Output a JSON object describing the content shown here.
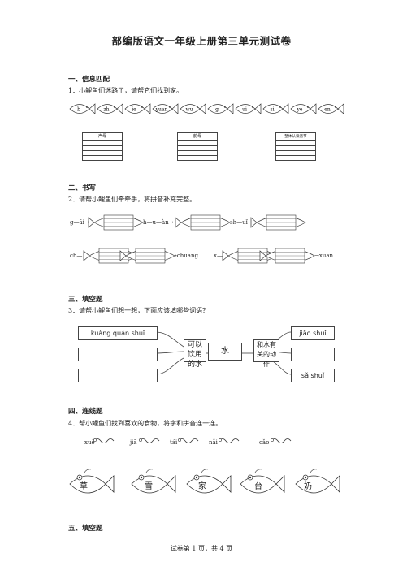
{
  "title": "部编版语文一年级上册第三单元测试卷",
  "sections": {
    "s1": {
      "heading": "一、信息匹配",
      "question": "1．小鲤鱼们迷路了，请帮它们找到家。"
    },
    "s2": {
      "heading": "二、书写",
      "question": "2．请帮小鲤鱼们牵牵手，将拼音补充完整。"
    },
    "s3": {
      "heading": "三、填空题",
      "question": "3．请帮小鲤鱼们想一想，下面应该填哪些词语？"
    },
    "s4": {
      "heading": "四、连线题",
      "question": "4．帮小鲤鱼们找到喜欢的食物，将字和拼音连一连。"
    },
    "s5": {
      "heading": "五、填空题"
    }
  },
  "fish_syllables": [
    "b",
    "zh",
    "ie",
    "yuan",
    "wu",
    "g",
    "ui",
    "si",
    "ye",
    "en"
  ],
  "homes": [
    "声母",
    "韵母",
    "整体认读音节"
  ],
  "chains": {
    "row1": [
      {
        "start": "g—āi→"
      },
      {
        "start": "h—u—àn→"
      },
      {
        "start": "sh—uǐ→"
      }
    ],
    "row2": [
      {
        "start": "ch—",
        "end": "→chuāng"
      },
      {
        "start": "x—",
        "end": "→xuān"
      }
    ]
  },
  "fill": {
    "left_pinyin": "kuàng quán shuǐ",
    "left_label": "可以饮用的水",
    "center": "水",
    "right_label": "和水有关的动作",
    "right_pinyin_top": "jiāo shuǐ",
    "right_pinyin_bottom": "sǎ shuǐ"
  },
  "food_pinyin": [
    "xuě",
    "jiā",
    "tái",
    "nǎi",
    "cǎo"
  ],
  "fish_chars": [
    "草",
    "雪",
    "家",
    "台",
    "奶"
  ],
  "footer": "试卷第 1 页，共 4 页"
}
